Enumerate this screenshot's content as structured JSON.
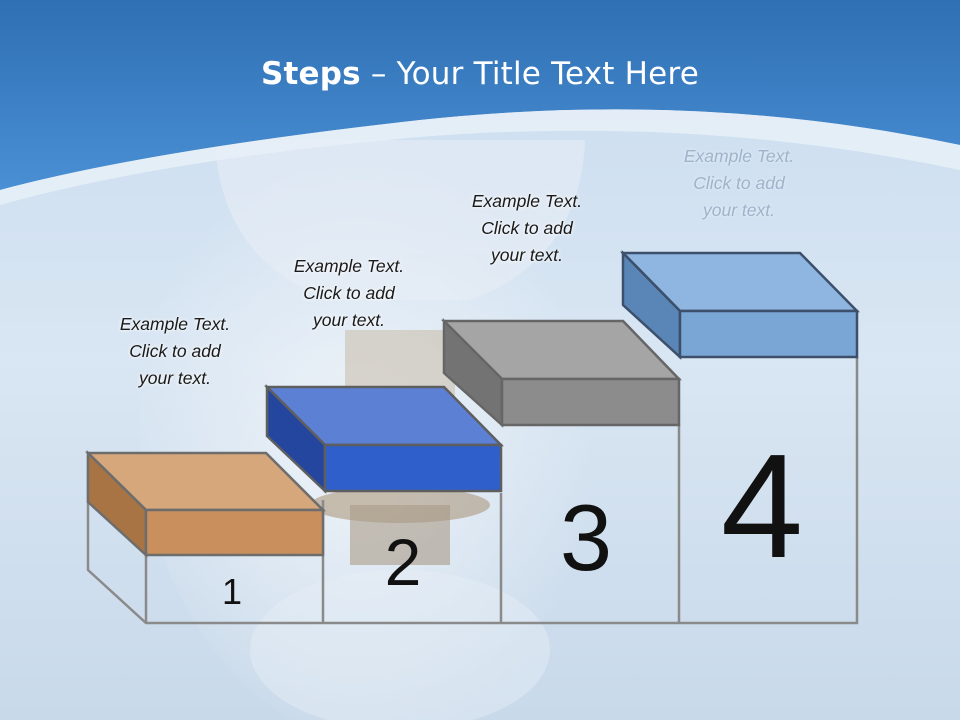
{
  "title": {
    "bold": "Steps",
    "rest": " – Your Title Text Here"
  },
  "steps": [
    {
      "number": "1",
      "line1": "Example Text.",
      "line2": "Click  to add",
      "line3": "your text.",
      "color": "#c98f5c"
    },
    {
      "number": "2",
      "line1": "Example Text.",
      "line2": "Click  to add",
      "line3": "your text.",
      "color": "#2f5fcb"
    },
    {
      "number": "3",
      "line1": "Example Text.",
      "line2": "Click  to add",
      "line3": "your text.",
      "color": "#8c8c8c"
    },
    {
      "number": "4",
      "line1": "Example Text.",
      "line2": "Click  to add",
      "line3": "your text.",
      "color": "#7aa6d6"
    }
  ]
}
